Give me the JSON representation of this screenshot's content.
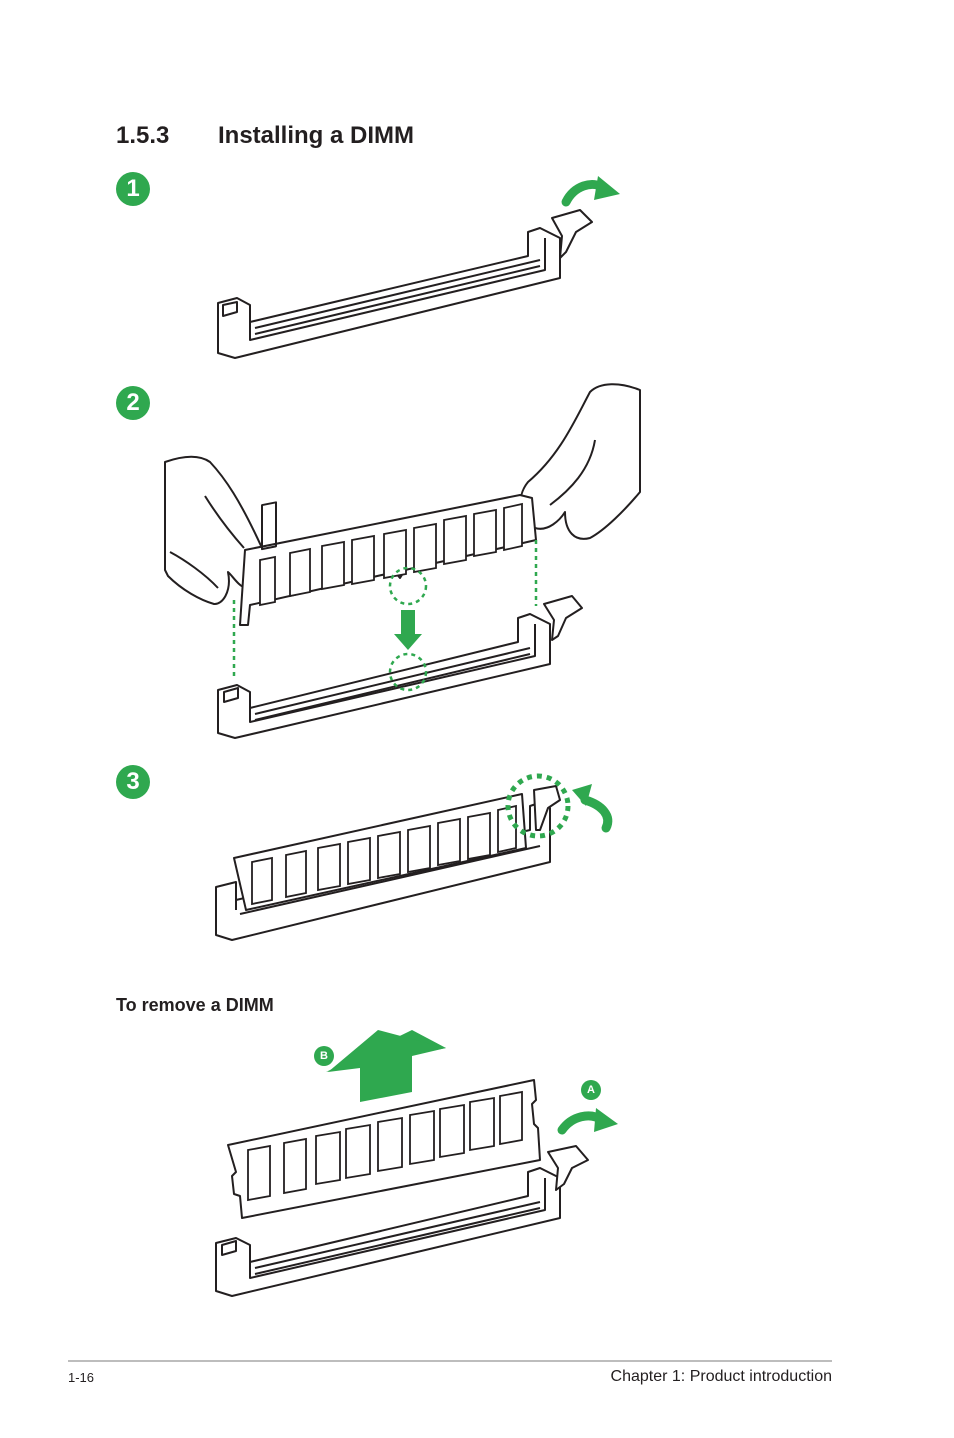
{
  "section": {
    "number": "1.5.3",
    "title": "Installing a DIMM"
  },
  "steps": [
    "1",
    "2",
    "3"
  ],
  "remove": {
    "heading": "To remove a DIMM",
    "badge_a": "A",
    "badge_b": "B"
  },
  "footer": {
    "page": "1-16",
    "chapter": "Chapter 1: Product introduction"
  },
  "colors": {
    "accent_green": "#2fa84f",
    "line": "#231f20",
    "rule": "#bdbdbd"
  }
}
